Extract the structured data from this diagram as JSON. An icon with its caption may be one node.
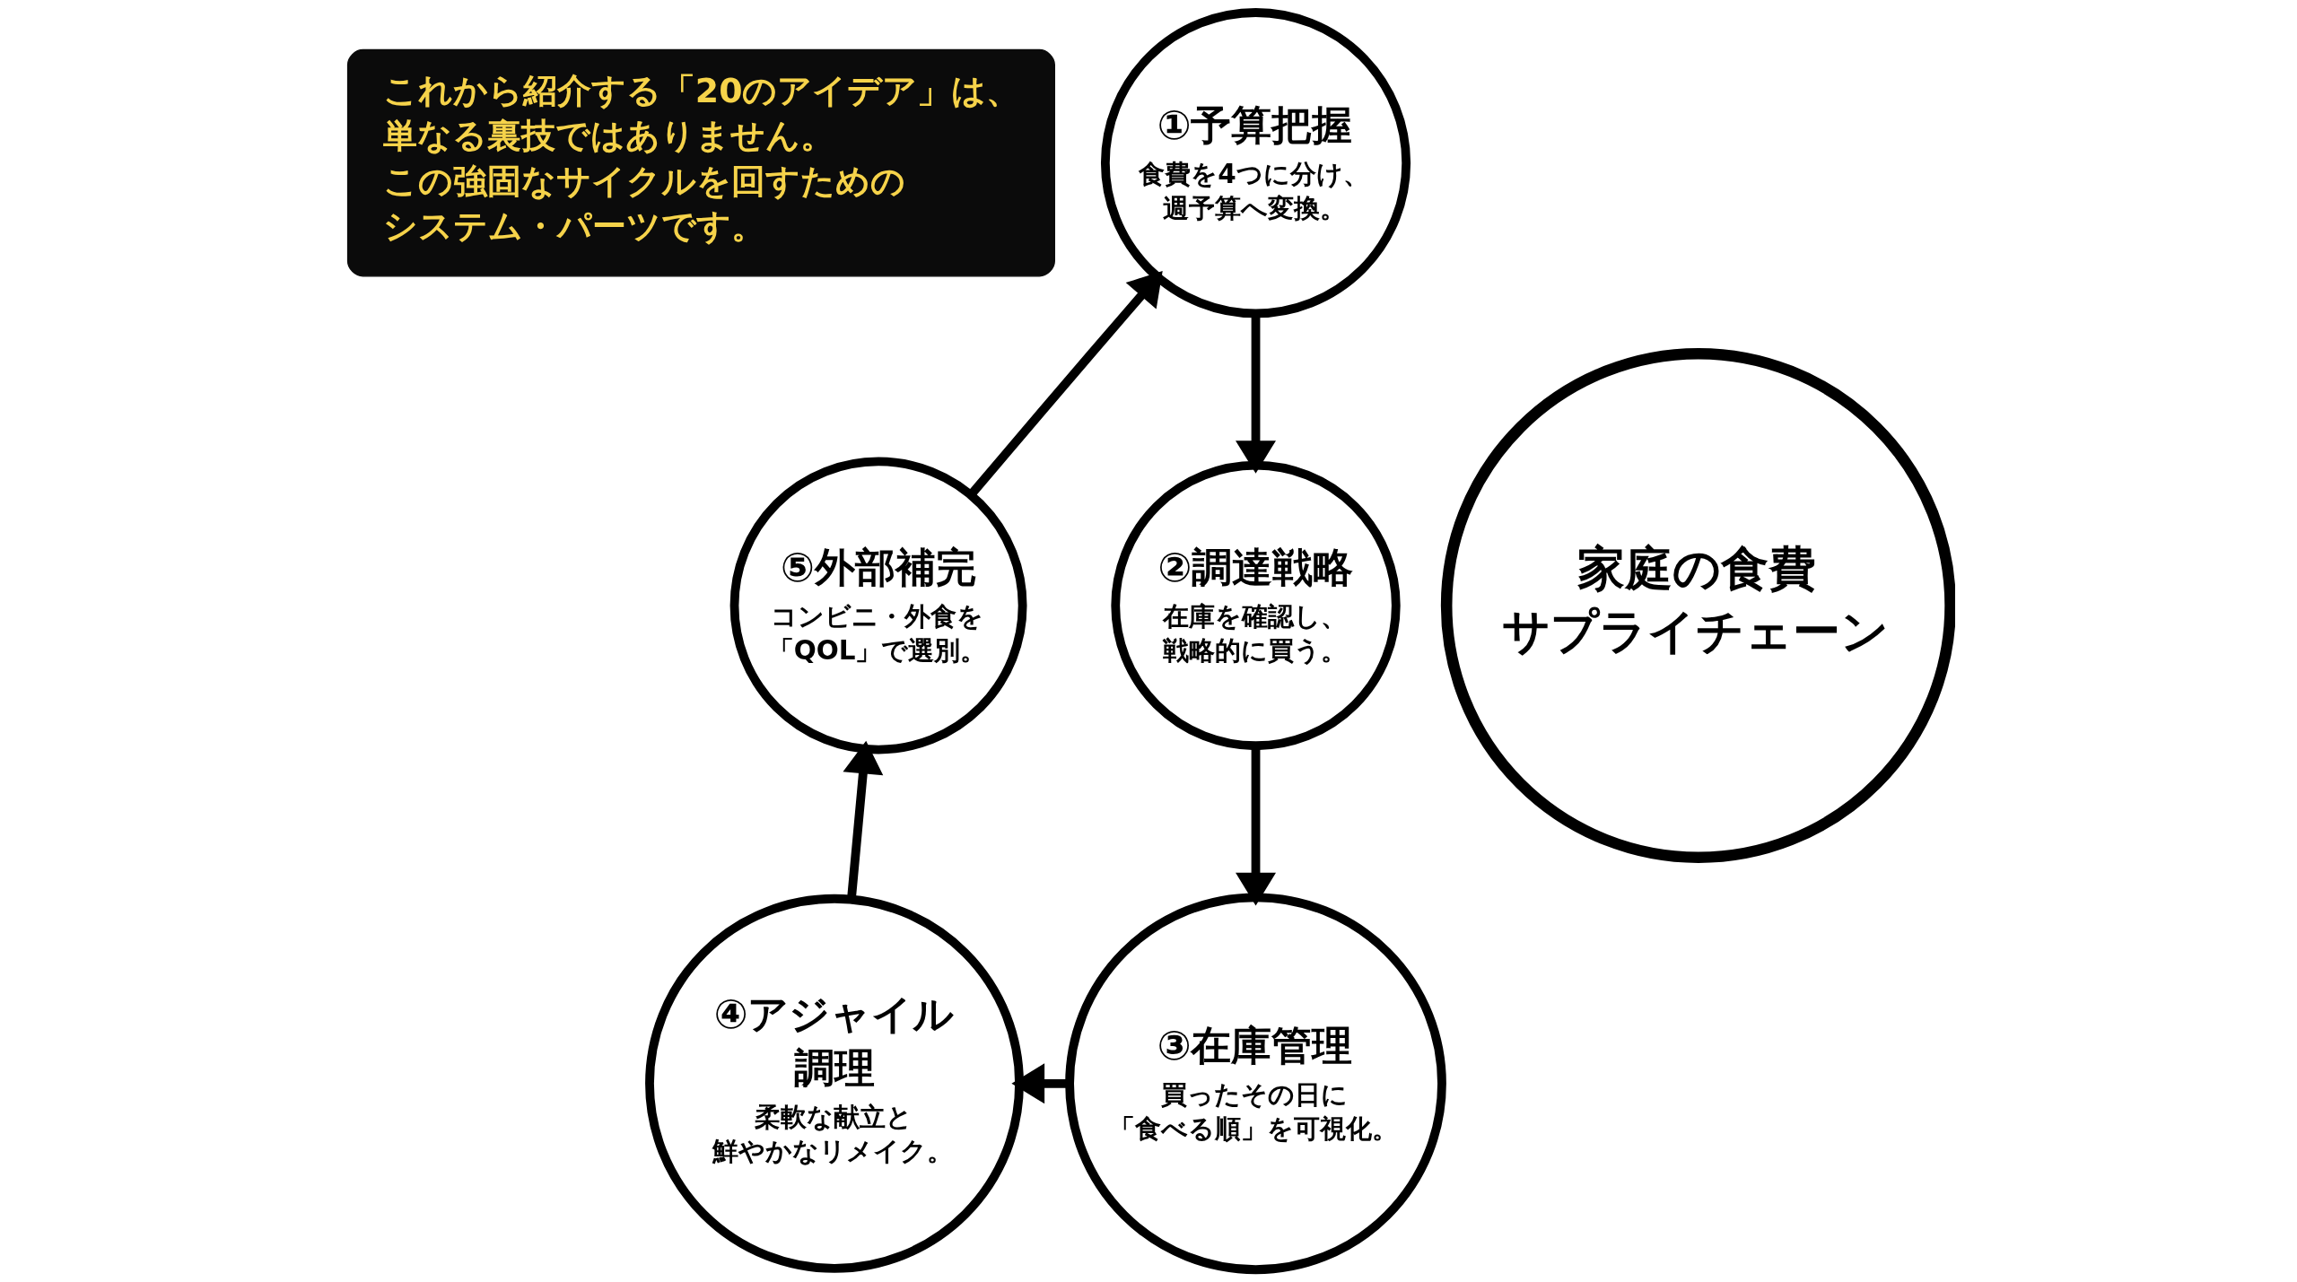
{
  "diagram": {
    "nodes": [
      {
        "text": [
          "これから紹介する「20のアイデア」は、単なる裏技ではありません。この強固なサイクルを回すためのシステム・パーツです。"
        ]
      },
      {
        "text": [
          "①予算把握",
          "食費を4つに分け、週予算へ変換。"
        ]
      },
      {
        "text": [
          "②調達戦略",
          "在庫を確認し、戦略的に買う。"
        ]
      },
      {
        "text": [
          "③在庫管理",
          "買ったその日に「食べる順」を可視化。"
        ]
      },
      {
        "text": [
          "④アジャイル調理",
          "柔軟な献立と鮮やかなリメイク。"
        ]
      },
      {
        "text": [
          "⑤外部補完",
          "コンビニ・外食を「QOL」で選別。"
        ]
      },
      {
        "text": [
          "家庭の食費サプライチェーン"
        ]
      }
    ],
    "edges": [
      {
        "from": 1,
        "to": 2,
        "arrow": "to"
      },
      {
        "from": 2,
        "to": 3,
        "arrow": "to"
      },
      {
        "from": 3,
        "to": 4,
        "arrow": "to"
      },
      {
        "from": 4,
        "to": 5,
        "arrow": "to"
      },
      {
        "from": 5,
        "to": 1,
        "arrow": "to"
      }
    ]
  }
}
